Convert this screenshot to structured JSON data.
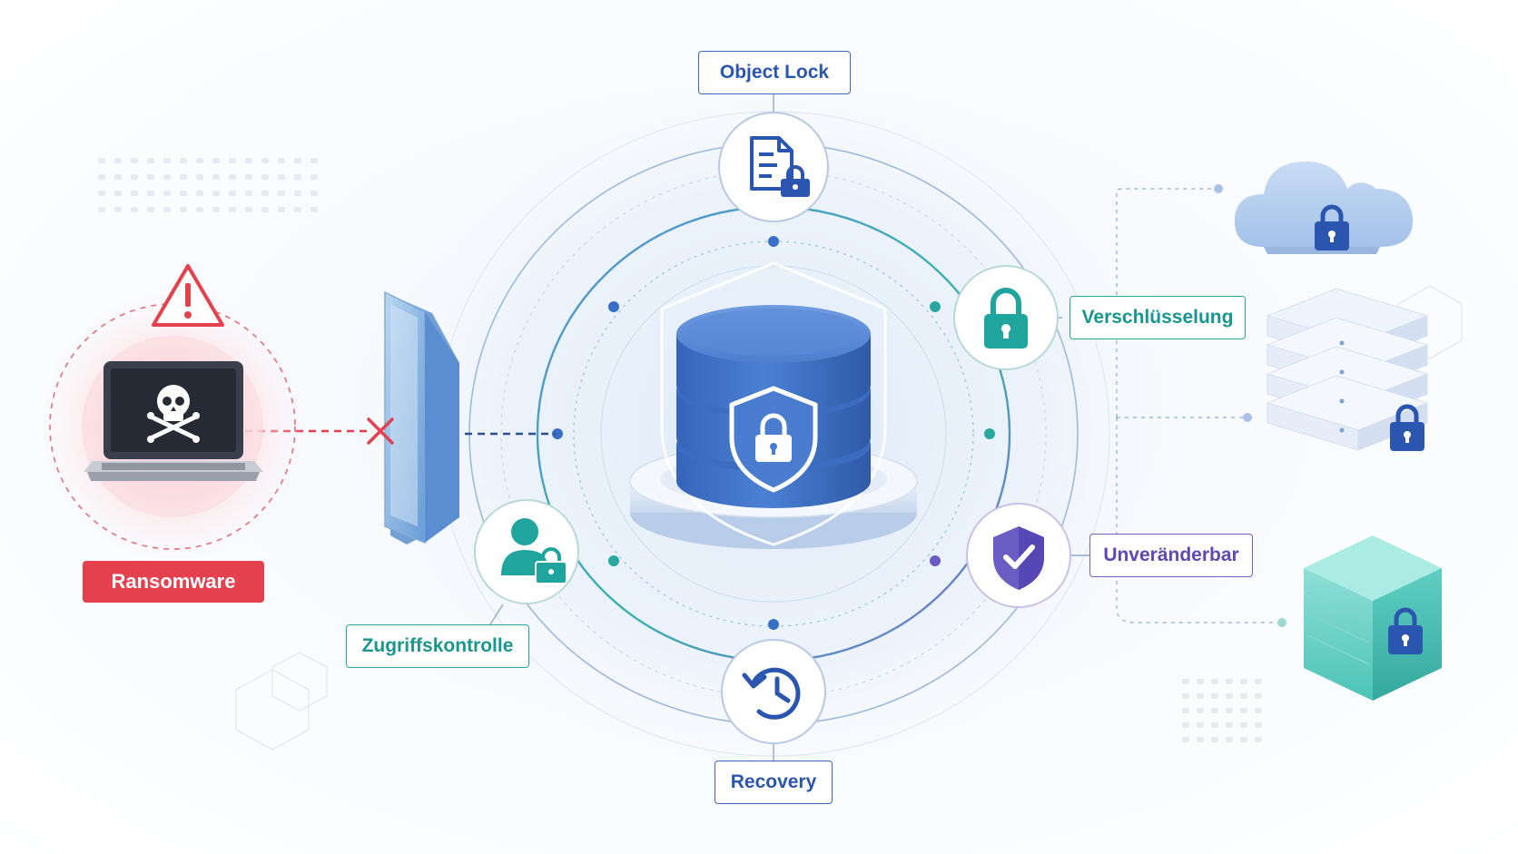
{
  "labels": {
    "object_lock": "Object Lock",
    "encryption": "Verschlüsselung",
    "immutable": "Unveränderbar",
    "recovery": "Recovery",
    "access_control": "Zugriffskontrolle",
    "ransomware": "Ransomware"
  },
  "colors": {
    "blue": "#2a56b0",
    "teal": "#1a9690",
    "purple": "#5e48b4",
    "red": "#e5404e",
    "database": "#3f72c8"
  },
  "icons": {
    "object_lock": "document-lock-icon",
    "encryption": "padlock-icon",
    "immutable": "shield-check-icon",
    "recovery": "history-clock-icon",
    "access_control": "user-lock-icon",
    "ransomware": "skull-laptop-icon",
    "warning": "warning-triangle-icon",
    "blocked": "x-mark-icon"
  }
}
